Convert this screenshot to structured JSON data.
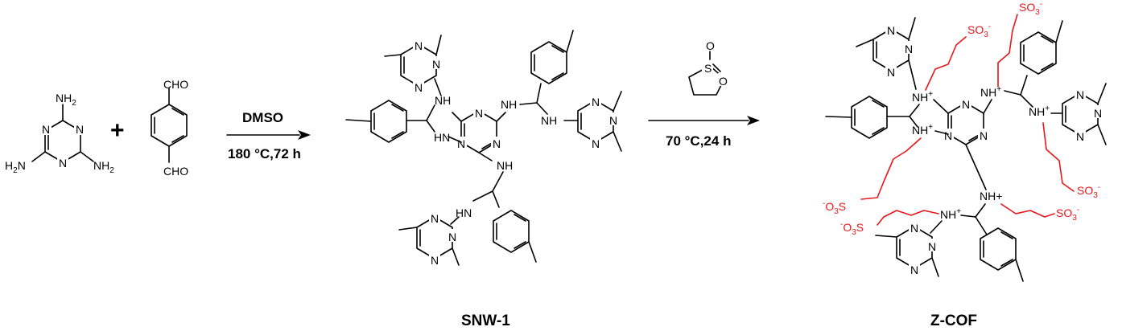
{
  "colors": {
    "bond": "#000000",
    "sulfonate_chain": "#e8171b"
  },
  "reactants": {
    "melamine_nh2": "NH",
    "melamine_nh2_sub": "2",
    "melamine_left_h2n": "H",
    "melamine_left_h2n_sub": "2",
    "melamine_left_h2n_n": "N",
    "ring_n": "N",
    "plus": "+",
    "aldehyde": "CHO"
  },
  "step1": {
    "reagent": "DMSO",
    "conditions": "180 °C,72 h"
  },
  "step2": {
    "reagent_s": "S",
    "reagent_o": "O",
    "conditions": "70 °C,24 h"
  },
  "snw1": {
    "name": "SNW-1",
    "nh": "NH",
    "hn": "HN"
  },
  "zcof": {
    "name": "Z-COF",
    "nh_plus": "NH",
    "plus_sup": "+",
    "so3": "SO",
    "so3_sub": "3",
    "minus_sup": "-",
    "o3s": "O",
    "o3s_sub": "3",
    "s": "S",
    "nh_plus_big": "NH+"
  }
}
